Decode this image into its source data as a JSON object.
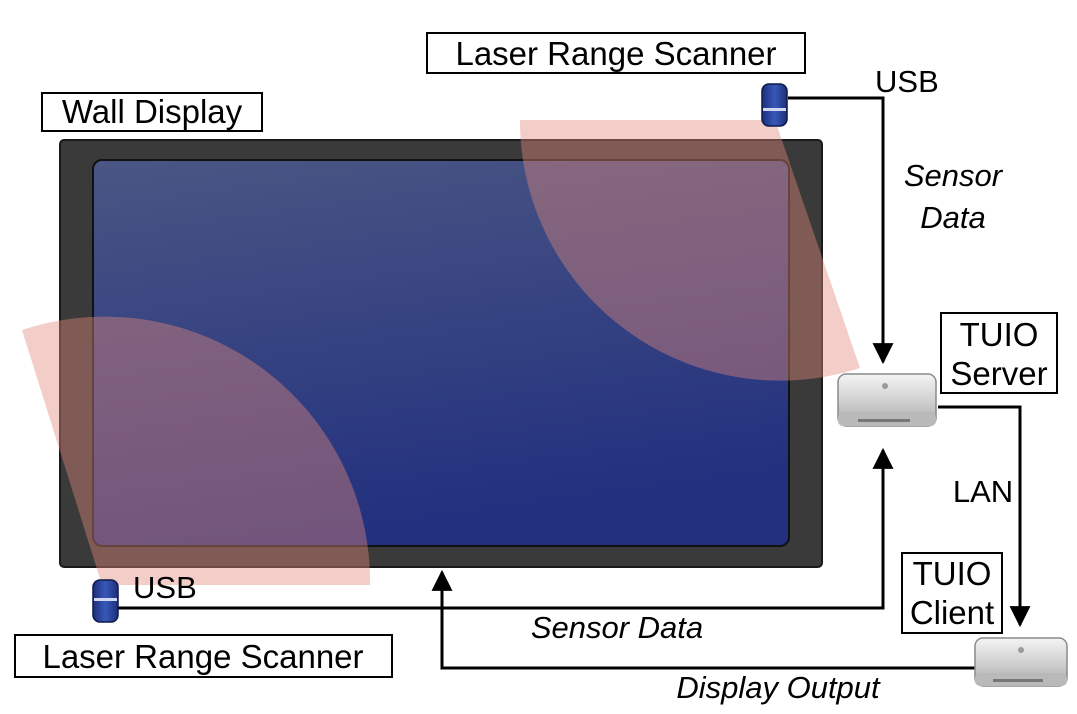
{
  "labels": {
    "wall_display": "Wall Display",
    "laser_scanner_top": "Laser Range Scanner",
    "laser_scanner_bottom": "Laser Range Scanner",
    "usb_top": "USB",
    "usb_bottom": "USB",
    "sensor_data_top_line1": "Sensor",
    "sensor_data_top_line2": "Data",
    "sensor_data_bottom": "Sensor Data",
    "tuio_server_line1": "TUIO",
    "tuio_server_line2": "Server",
    "tuio_client_line1": "TUIO",
    "tuio_client_line2": "Client",
    "lan": "LAN",
    "display_output": "Display Output"
  },
  "colors": {
    "bezel": "#3a3a3a",
    "screen_top": "#4a5683",
    "screen_bottom": "#22307f",
    "scan_area": "#e3897a",
    "scanner_body": "#1f3b8c",
    "connector_line": "#000000"
  },
  "icons": {
    "scanner": "laser-scanner-icon",
    "computer": "mac-mini-icon"
  }
}
